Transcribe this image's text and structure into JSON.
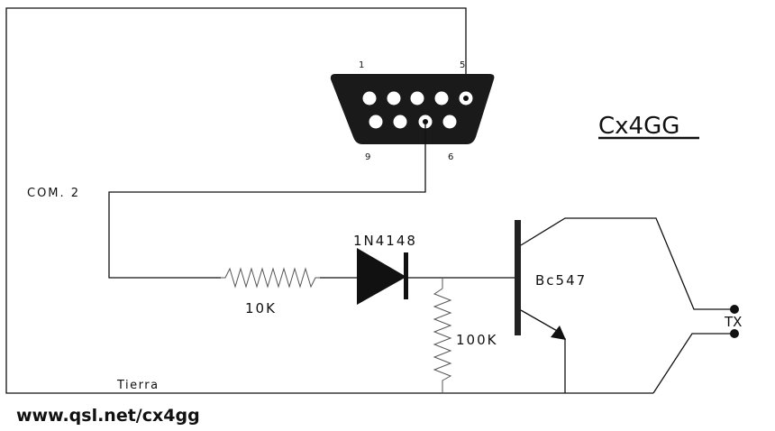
{
  "title": "Cx4GG",
  "website": "www.qsl.net/cx4gg",
  "colors": {
    "ink": "#111111",
    "background": "#ffffff",
    "resistor": "#555555"
  },
  "connector": {
    "type": "DB9",
    "pin_labels": {
      "pin1": "1",
      "pin5": "5",
      "pin9": "9",
      "pin6": "6"
    }
  },
  "labels": {
    "com_port": "COM. 2",
    "resistor_series": "10K",
    "diode": "1N4148",
    "resistor_pulldown": "100K",
    "transistor": "Bc547",
    "output": "TX",
    "ground": "Tierra"
  }
}
